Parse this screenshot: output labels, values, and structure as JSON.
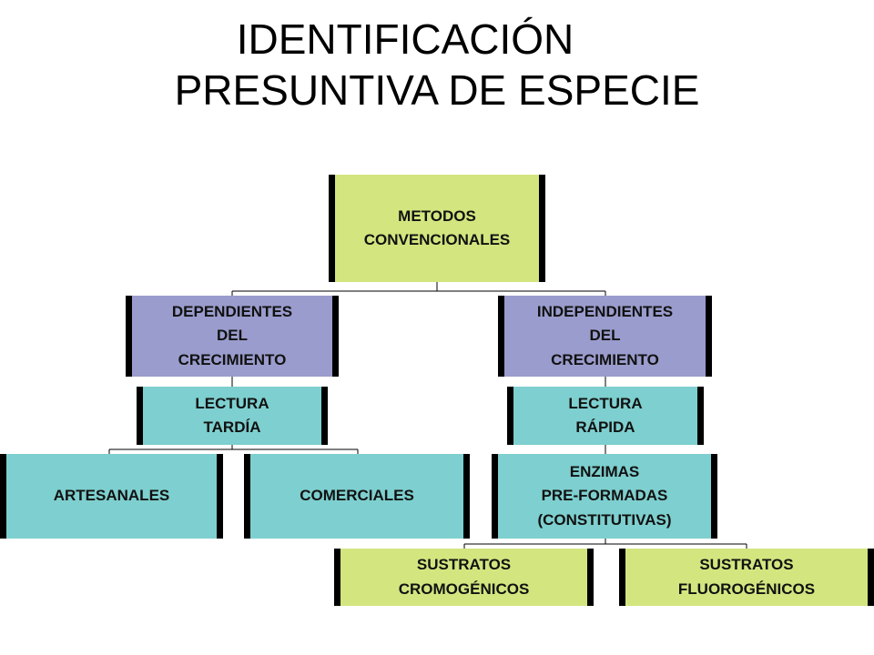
{
  "title": {
    "line1": "IDENTIFICACIÓN",
    "line2": "PRESUNTIVA DE ESPECIE"
  },
  "colors": {
    "lime": "#d3e57f",
    "purple": "#9a9ccd",
    "teal": "#7ecfcf",
    "border": "#000000"
  },
  "nodes": {
    "root": "METODOS\nCONVENCIONALES",
    "dependent": "DEPENDIENTES\nDEL\nCRECIMIENTO",
    "independent": "INDEPENDIENTES\nDEL\nCRECIMIENTO",
    "late_reading": "LECTURA\nTARDÍA",
    "fast_reading": "LECTURA\nRÁPIDA",
    "artisanal": "ARTESANALES",
    "commercial": "COMERCIALES",
    "enzymes": "ENZIMAS\nPRE-FORMADAS\n(CONSTITUTIVAS)",
    "chromogenic": "SUSTRATOS\nCROMOGÉNICOS",
    "fluorogenic": "SUSTRATOS\nFLUOROGÉNICOS"
  }
}
